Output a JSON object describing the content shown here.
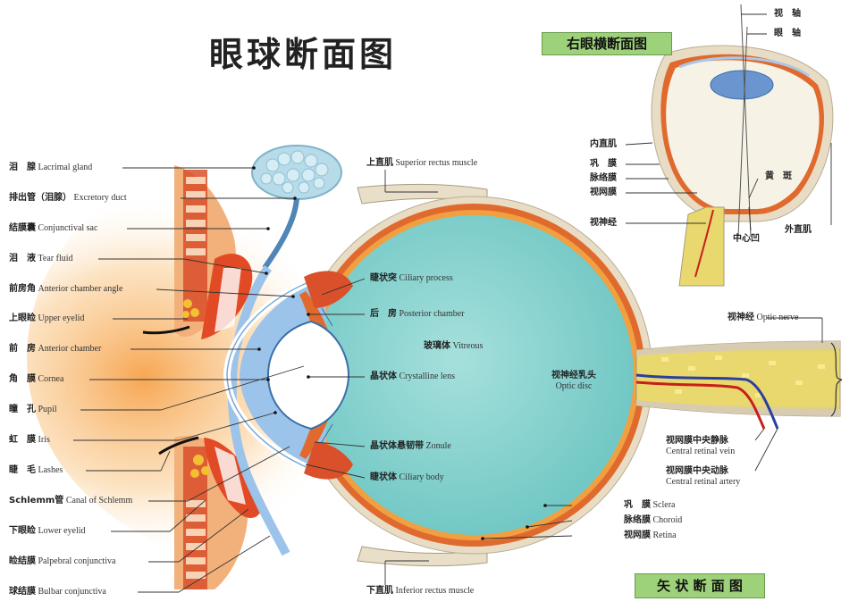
{
  "title": "眼球断面图",
  "inset_title": "右眼横断面图",
  "sagittal_title": "矢 状 断 面 图",
  "left_labels": [
    {
      "zh": "泪　腺",
      "en": "Lacrimal gland"
    },
    {
      "zh": "排出管（泪腺）",
      "en": "Excretory duct"
    },
    {
      "zh": "结膜囊",
      "en": "Conjunctival sac"
    },
    {
      "zh": "泪　液",
      "en": "Tear fluid"
    },
    {
      "zh": "前房角",
      "en": "Anterior chamber angle"
    },
    {
      "zh": "上眼睑",
      "en": "Upper eyelid"
    },
    {
      "zh": "前　房",
      "en": "Anterior chamber"
    },
    {
      "zh": "角　膜",
      "en": "Cornea"
    },
    {
      "zh": "瞳　孔",
      "en": "Pupil"
    },
    {
      "zh": "虹　膜",
      "en": "Iris"
    },
    {
      "zh": "睫　毛",
      "en": "Lashes"
    },
    {
      "zh": "Schlemm管",
      "en": "Canal of Schlemm"
    },
    {
      "zh": "下眼睑",
      "en": "Lower eyelid"
    },
    {
      "zh": "睑结膜",
      "en": "Palpebral conjunctiva"
    },
    {
      "zh": "球结膜",
      "en": "Bulbar conjunctiva"
    }
  ],
  "center_labels": [
    {
      "zh": "上直肌",
      "en": "Superior rectus muscle"
    },
    {
      "zh": "睫状突",
      "en": "Ciliary process"
    },
    {
      "zh": "后　房",
      "en": "Posterior chamber"
    },
    {
      "zh": "玻璃体",
      "en": "Vitreous"
    },
    {
      "zh": "晶状体",
      "en": "Crystalline lens"
    },
    {
      "zh": "晶状体悬韧带",
      "en": "Zonule"
    },
    {
      "zh": "睫状体",
      "en": "Ciliary body"
    },
    {
      "zh": "下直肌",
      "en": "Inferior rectus muscle"
    }
  ],
  "optic_disc": {
    "zh": "视神经乳头",
    "en": "Optic disc"
  },
  "right_labels": [
    {
      "zh": "视神经",
      "en": "Optic nerve"
    },
    {
      "zh": "视网膜中央静脉",
      "en": "Central retinal vein"
    },
    {
      "zh": "视网膜中央动脉",
      "en": "Central retinal artery"
    },
    {
      "zh": "巩　膜",
      "en": "Sclera"
    },
    {
      "zh": "脉络膜",
      "en": "Choroid"
    },
    {
      "zh": "视网膜",
      "en": "Retina"
    }
  ],
  "inset_labels": {
    "visual_axis": "视　轴",
    "optic_axis": "眼　轴",
    "medial_rectus": "内直肌",
    "sclera": "巩　膜",
    "choroid": "脉络膜",
    "retina": "视网膜",
    "optic_nerve": "视神经",
    "macula": "黄　斑",
    "fovea": "中心凹",
    "lateral_rectus": "外直肌"
  },
  "colors": {
    "vitreous": "#8fd6d3",
    "sclera": "#e8dcc4",
    "choroid": "#e06a2e",
    "retina": "#f0a040",
    "lens": "#ffffff",
    "cornea": "#9cc3ea",
    "nerve": "#e6d36a",
    "artery": "#c81e1e",
    "vein": "#2a3fa0",
    "tag": "#9ed27a"
  }
}
